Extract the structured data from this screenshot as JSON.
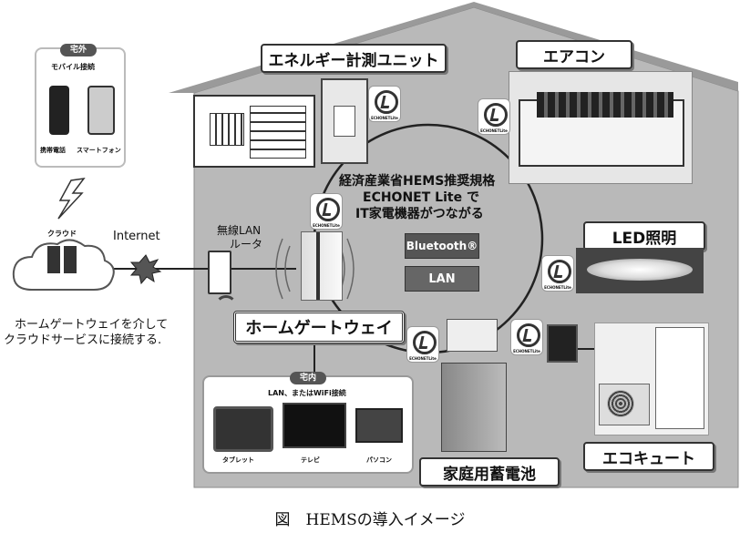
{
  "labels": {
    "energy_unit": "エネルギー計測ユニット",
    "aircon": "エアコン",
    "led": "LED照明",
    "ecocute": "エコキュート",
    "battery": "家庭用蓄電池",
    "gateway": "ホームゲートウェイ"
  },
  "center_text": {
    "line1": "経済産業省HEMS推奨規格",
    "line2": "ECHONET Lite で",
    "line3": "IT家電機器がつながる"
  },
  "buttons": {
    "bluetooth": "Bluetooth®",
    "lan": "LAN"
  },
  "outside": {
    "badge": "宅外",
    "subtitle": "モバイル接続",
    "phone": "携帯電話",
    "smartphone": "スマートフォン"
  },
  "cloud": {
    "label": "クラウド",
    "internet": "Internet"
  },
  "router": {
    "line1": "無線LAN",
    "line2": "ルータ"
  },
  "cloud_caption": {
    "line1": "ホームゲートウェイを介して",
    "line2": "クラウドサービスに接続する."
  },
  "inside": {
    "badge": "宅内",
    "subtitle": "LAN、またはWiFi接続",
    "tablet": "タブレット",
    "tv": "テレビ",
    "pc": "パソコン"
  },
  "echonet_logo_text": "ECHONETLite",
  "caption": "図　HEMSの導入イメージ"
}
